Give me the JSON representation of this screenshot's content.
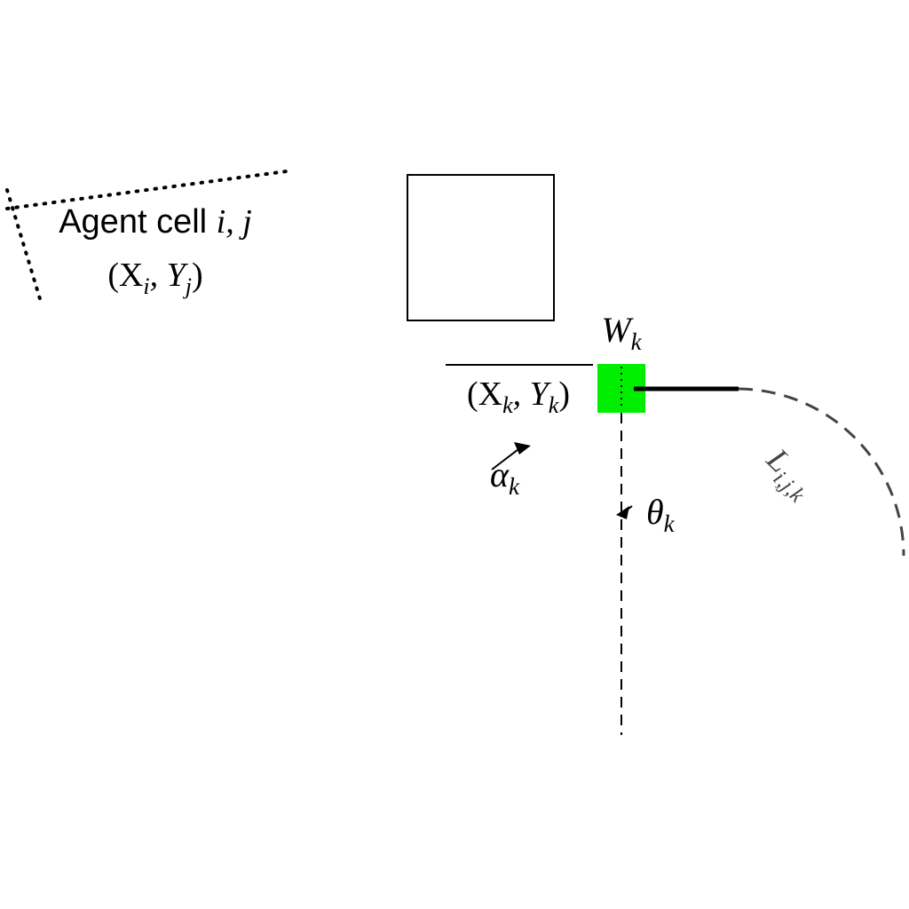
{
  "agent_label": {
    "prefix": "Agent cell ",
    "index": "i, j",
    "coords": "(X",
    "coords_sub_x": "i",
    "coords_mid": ", Y",
    "coords_sub_y": "j",
    "coords_end": ")"
  },
  "wind_label": {
    "base": "W",
    "sub": "k"
  },
  "turbine_coords": {
    "open": "(X",
    "sub_x": "k",
    "mid": ", Y",
    "sub_y": "k",
    "close": ")"
  },
  "alpha_label": {
    "base": "α",
    "sub": "k"
  },
  "theta_label": {
    "base": "θ",
    "sub": "k"
  },
  "length_label": {
    "base": "L",
    "sub": "i,j,k"
  },
  "colors": {
    "turbine": "#00ee00",
    "arc": "#444444",
    "stroke": "#000000"
  }
}
